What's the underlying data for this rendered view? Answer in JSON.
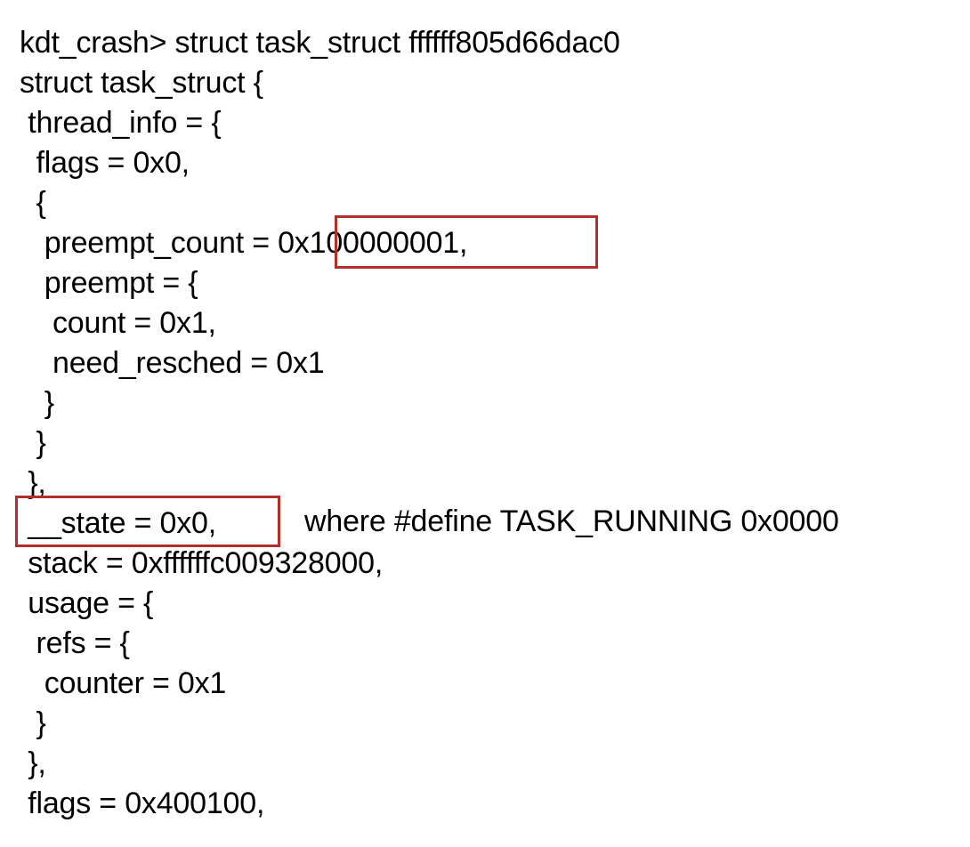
{
  "console": {
    "lines": [
      "kdt_crash> struct task_struct ffffff805d66dac0",
      "struct task_struct {",
      " thread_info = {",
      "  flags = 0x0,",
      "  {",
      "   preempt_count = 0x100000001,",
      "   preempt = {",
      "    count = 0x1,",
      "    need_resched = 0x1",
      "   }",
      "  }",
      " },",
      " __state = 0x0,",
      " stack = 0xffffffc009328000,",
      " usage = {",
      "  refs = {",
      "   counter = 0x1",
      "  }",
      " },",
      " flags = 0x400100,"
    ],
    "annotation": "where #define TASK_RUNNING 0x0000"
  },
  "highlight_color": "#b3302a"
}
